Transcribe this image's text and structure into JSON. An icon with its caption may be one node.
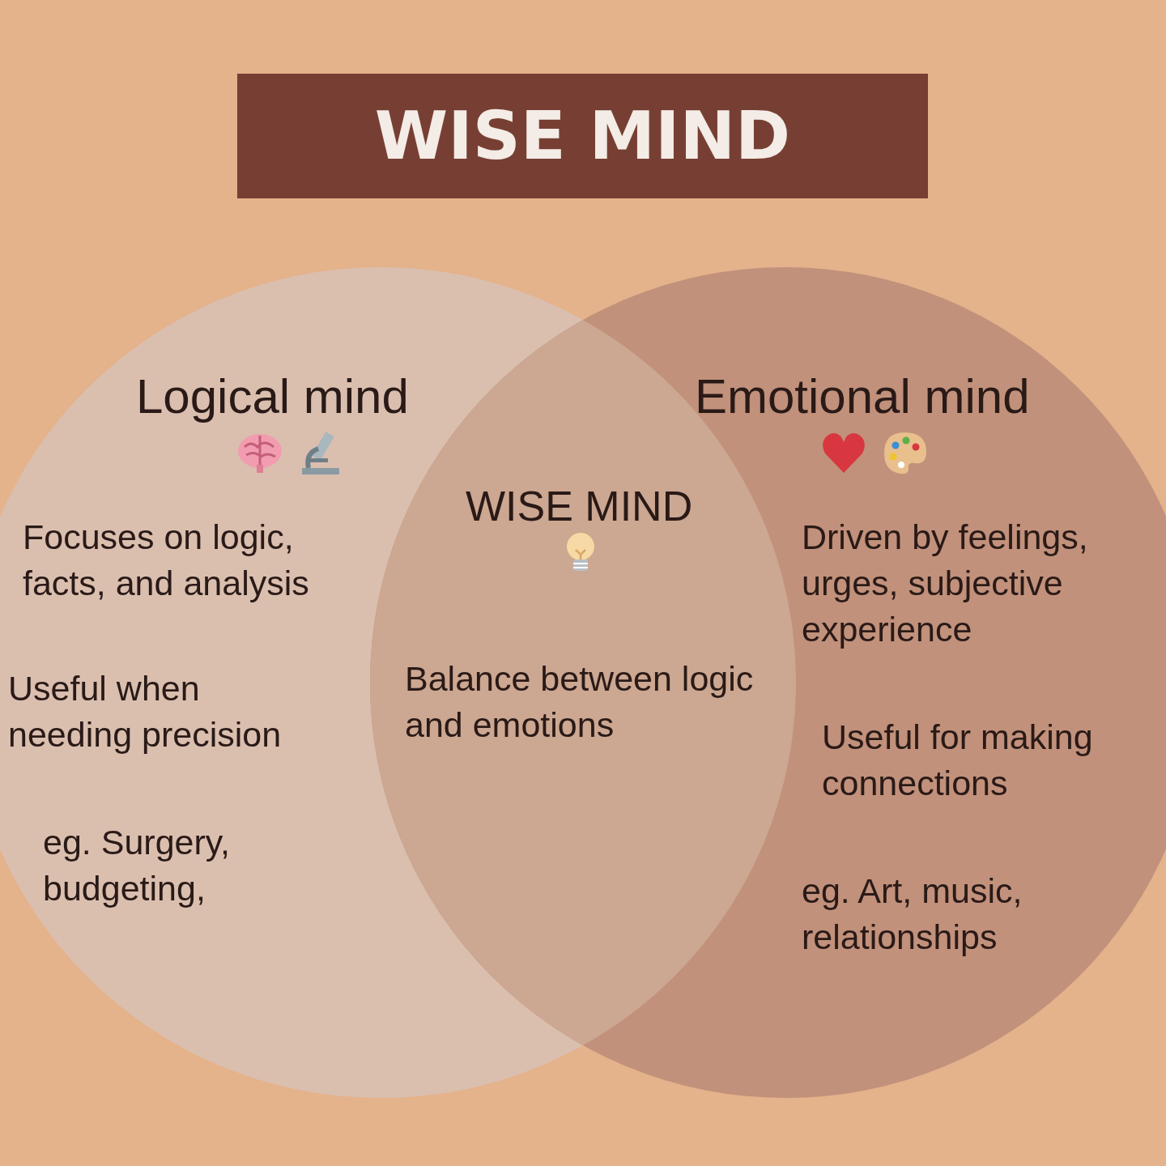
{
  "diagram": {
    "title": "WISE MIND",
    "nodes": [
      {
        "text": [
          "Logical mind",
          "Focuses on logic, facts, and analysis",
          "Useful when needing precision",
          "eg. Surgery, budgeting,"
        ]
      },
      {
        "text": [
          "Emotional mind",
          "Driven by feelings, urges, subjective experience",
          "Useful for making connections",
          "eg. Art, music, relationships"
        ]
      },
      {
        "text": [
          "WISE MIND",
          "Balance between logic and emotions"
        ]
      }
    ]
  }
}
